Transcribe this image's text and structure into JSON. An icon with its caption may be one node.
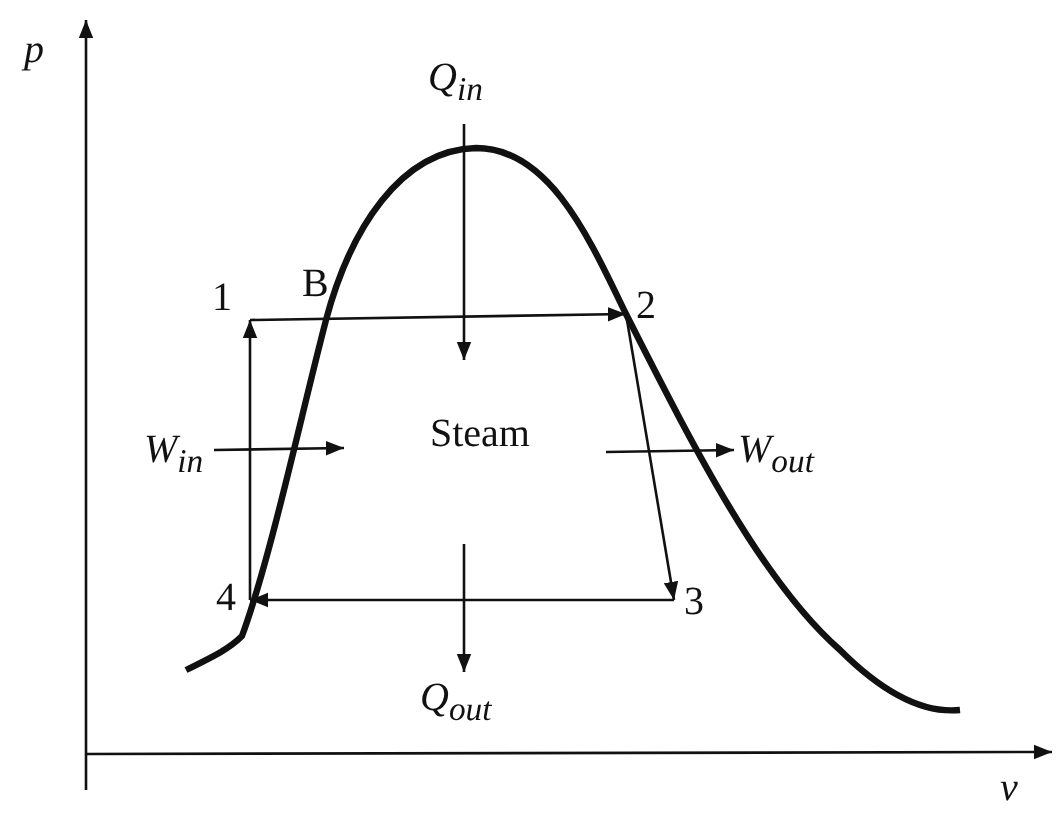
{
  "diagram": {
    "nodes": [
      {
        "text": [
          "1"
        ]
      },
      {
        "text": [
          "2"
        ]
      },
      {
        "text": [
          "3"
        ]
      },
      {
        "text": [
          "4"
        ]
      },
      {
        "text": [
          "Steam"
        ]
      },
      {
        "text": [
          "Q$_{in}$"
        ]
      },
      {
        "text": [
          "Q$_{out}$"
        ]
      },
      {
        "text": [
          "W$_{in}$"
        ]
      },
      {
        "text": [
          "W$_{out}$"
        ]
      }
    ],
    "edges": [
      {
        "from": 3,
        "to": 0,
        "arrow": "to"
      },
      {
        "from": 0,
        "to": 1,
        "arrow": "to"
      },
      {
        "from": 1,
        "to": 2,
        "arrow": "to"
      },
      {
        "from": 2,
        "to": 3,
        "arrow": "to"
      },
      {
        "from": 5,
        "to": 4,
        "arrow": "to"
      },
      {
        "from": 7,
        "to": 4,
        "arrow": "to"
      },
      {
        "from": 4,
        "to": 8,
        "arrow": "to"
      },
      {
        "from": 4,
        "to": 6,
        "arrow": "to"
      }
    ],
    "labels": [
      "p",
      "B",
      "v"
    ]
  }
}
